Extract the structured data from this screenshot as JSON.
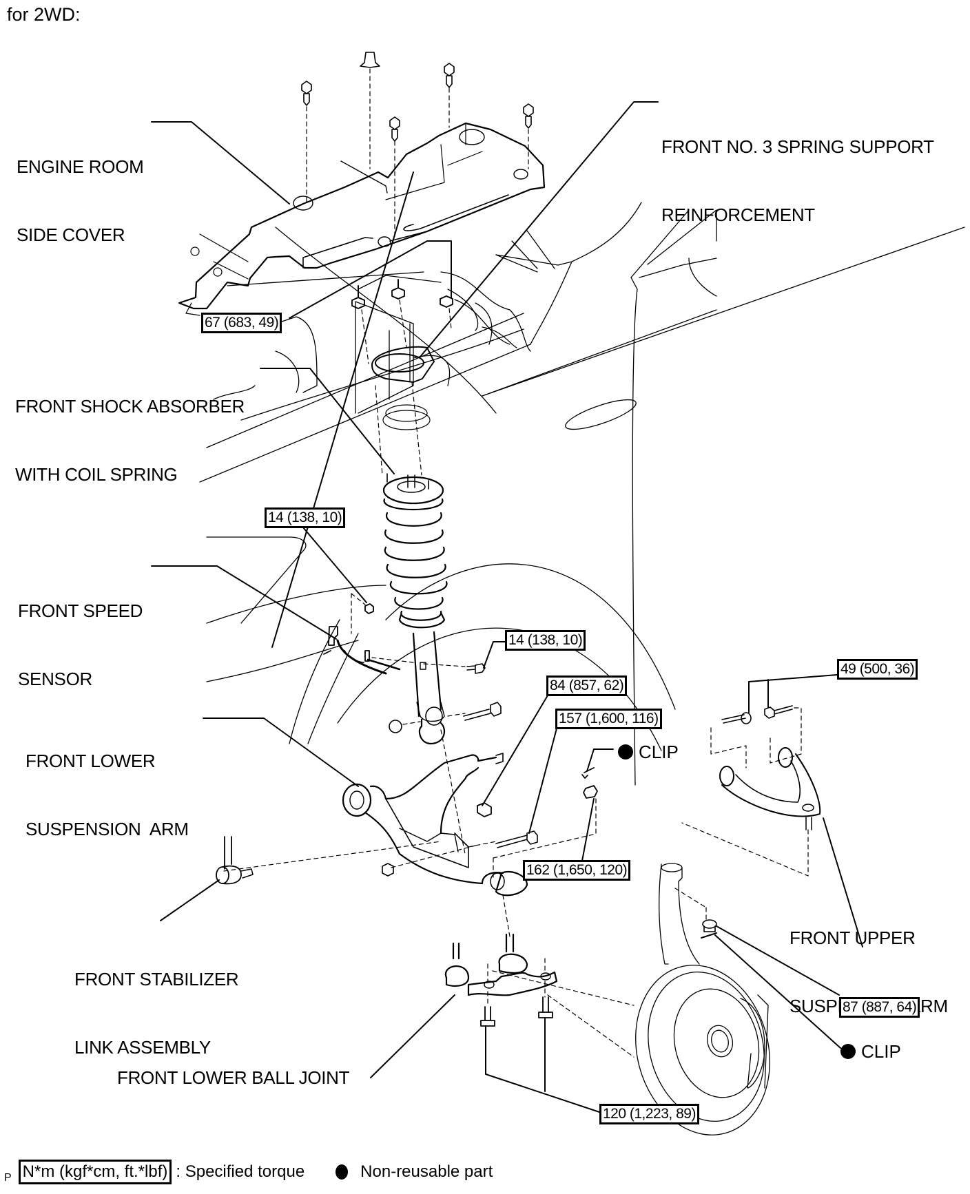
{
  "diagram": {
    "title": "for 2WD:",
    "page_marker": "P",
    "labels": {
      "engine_room_side_cover": [
        "ENGINE ROOM",
        "SIDE COVER"
      ],
      "front_no3_spring_support_reinforcement": [
        "FRONT NO. 3 SPRING SUPPORT",
        "REINFORCEMENT"
      ],
      "front_shock_absorber": [
        "FRONT SHOCK ABSORBER",
        "WITH COIL SPRING"
      ],
      "front_speed_sensor": [
        "FRONT SPEED",
        "SENSOR"
      ],
      "front_lower_suspension_arm": [
        "FRONT LOWER",
        "SUSPENSION  ARM"
      ],
      "front_stabilizer_link": [
        "FRONT STABILIZER",
        "LINK ASSEMBLY"
      ],
      "front_lower_ball_joint": "FRONT LOWER BALL JOINT",
      "front_upper_suspension_arm": [
        "FRONT UPPER",
        "SUSPENSION ARM"
      ],
      "clip_upper": "CLIP",
      "clip_lower": "CLIP"
    },
    "torque_specs": [
      {
        "id": "cover-nuts",
        "text": "67 (683, 49)",
        "nm": 67,
        "kgf_cm": 683,
        "ft_lbf": 49
      },
      {
        "id": "speed-sensor-bolt",
        "text": "14 (138, 10)",
        "nm": 14,
        "kgf_cm": 138,
        "ft_lbf": 10
      },
      {
        "id": "speed-sensor-clamp-bolt",
        "text": "14 (138, 10)",
        "nm": 14,
        "kgf_cm": 138,
        "ft_lbf": 10
      },
      {
        "id": "lower-arm-nut",
        "text": "84 (857, 62)",
        "nm": 84,
        "kgf_cm": 857,
        "ft_lbf": 62
      },
      {
        "id": "shock-lower-bolt",
        "text": "157 (1,600, 116)",
        "nm": 157,
        "kgf_cm": 1600,
        "ft_lbf": 116
      },
      {
        "id": "upper-arm-bolts",
        "text": "49 (500, 36)",
        "nm": 49,
        "kgf_cm": 500,
        "ft_lbf": 36
      },
      {
        "id": "lower-ball-joint-nut",
        "text": "162 (1,650, 120)",
        "nm": 162,
        "kgf_cm": 1650,
        "ft_lbf": 120
      },
      {
        "id": "upper-ball-joint-nut",
        "text": "87 (887, 64)",
        "nm": 87,
        "kgf_cm": 887,
        "ft_lbf": 64
      },
      {
        "id": "ball-joint-bolts",
        "text": "120 (1,223, 89)",
        "nm": 120,
        "kgf_cm": 1223,
        "ft_lbf": 89
      }
    ],
    "legend": {
      "torque_unit_box": "N*m (kgf*cm, ft.*lbf)",
      "torque_desc": ": Specified torque",
      "non_reusable_desc": "Non-reusable part"
    }
  }
}
